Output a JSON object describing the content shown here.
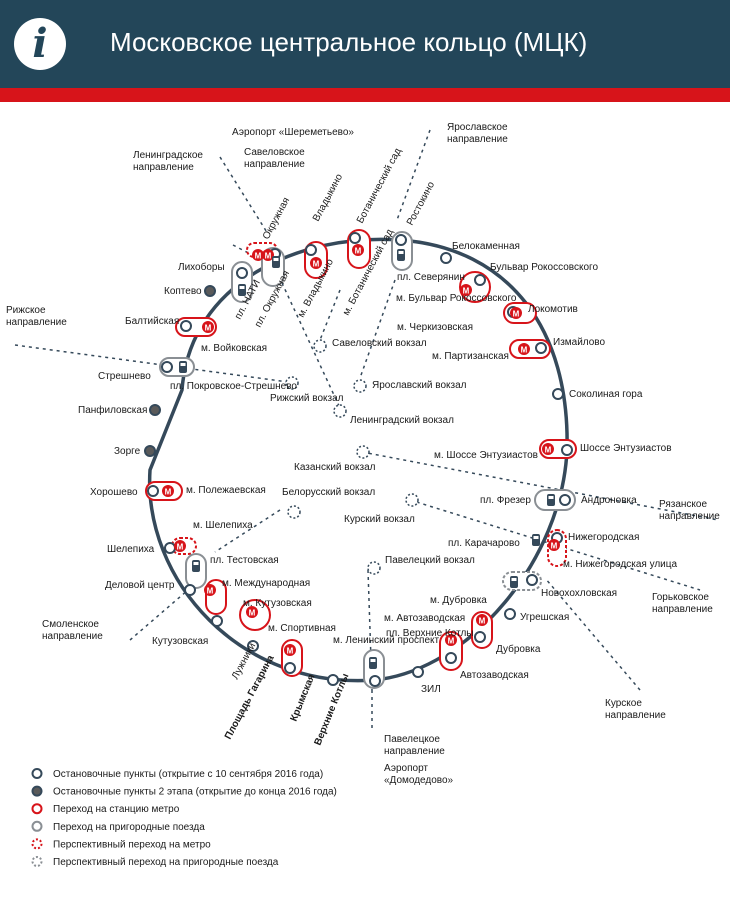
{
  "title": "Московское центральное кольцо (МЦК)",
  "info_icon": "info-icon",
  "metro_symbol": "М",
  "colors": {
    "header": "#234659",
    "accent": "#d7141a",
    "line": "#35495a",
    "stage2": "#5a5a5a",
    "suburban": "#8a8f94"
  },
  "stations": [
    "Окружная",
    "Владыкино",
    "Ботанический сад",
    "Ростокино",
    "Белокаменная",
    "Бульвар Рокоссовского",
    "Локомотив",
    "Измайлово",
    "Соколиная гора",
    "Шоссе Энтузиастов",
    "Андроновка",
    "Нижегородская",
    "Новохохловская",
    "Угрешская",
    "Дубровка",
    "Автозаводская",
    "ЗИЛ",
    "Верхние Котлы",
    "Крымская",
    "Площадь Гагарина",
    "Лужники",
    "Кутузовская",
    "Деловой центр",
    "Шелепиха",
    "Хорошево",
    "Зорге",
    "Панфиловская",
    "Стрешнево",
    "Балтийская",
    "Коптево",
    "Лихоборы"
  ],
  "metro_transfers": [
    "м. Владыкино",
    "м. Ботанический сад",
    "м. Бульвар Рокоссовского",
    "м. Черкизовская",
    "м. Партизанская",
    "м. Шоссе Энтузиастов",
    "м. Нижегородская улица",
    "м. Дубровка",
    "м. Автозаводская",
    "м. Ленинский проспект",
    "м. Спортивная",
    "м. Кутузовская",
    "м. Международная",
    "м. Шелепиха",
    "м. Полежаевская",
    "м. Войковская"
  ],
  "rail_transfers": [
    "пл. НАТИ",
    "пл. Окружная",
    "пл. Северянин",
    "пл. Покровское-Стрешнево",
    "пл. Тестовская",
    "пл. Фрезер",
    "пл. Карачарово",
    "пл. Верхние Котлы"
  ],
  "terminals": [
    "Савеловский вокзал",
    "Ярославский вокзал",
    "Рижский вокзал",
    "Ленинградский вокзал",
    "Казанский вокзал",
    "Белорусский вокзал",
    "Курский вокзал",
    "Павелецкий вокзал"
  ],
  "directions": [
    "Аэропорт «Шереметьево»",
    "Савеловское направление",
    "Ленинградское направление",
    "Ярославское направление",
    "Рижское направление",
    "Рязанское направление",
    "Горьковское направление",
    "Курское направление",
    "Смоленское направление",
    "Павелецкое направление",
    "Аэропорт «Домодедово»"
  ],
  "legend": [
    "Остановочные пункты (открытие с 10 сентября 2016 года)",
    "Остановочные пункты 2 этапа (открытие до конца 2016 года)",
    "Переход на станцию метро",
    "Переход на пригородные поезда",
    "Перспективный переход на метро",
    "Перспективный переход на пригородные поезда"
  ]
}
